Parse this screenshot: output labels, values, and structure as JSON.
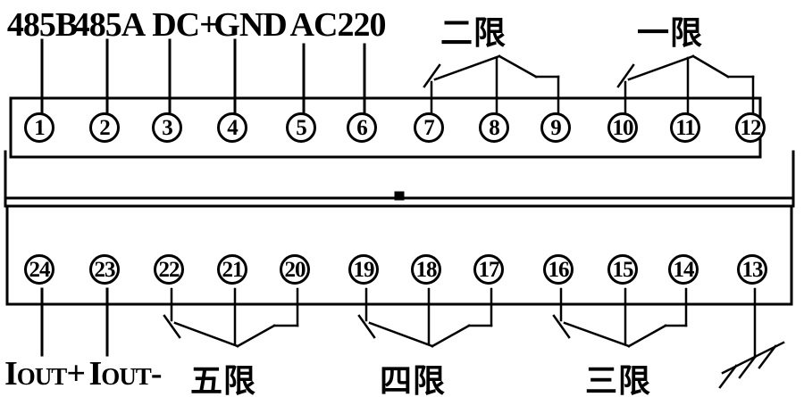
{
  "labels": {
    "rs485_b": "485B",
    "rs485_a": "485A",
    "dc_plus": "DC+",
    "gnd": "GND",
    "ac220": "AC220",
    "limit_2": "二限",
    "limit_1": "一限",
    "iout_plus": "Iout+",
    "iout_minus": "Iout-",
    "limit_5": "五限",
    "limit_4": "四限",
    "limit_3": "三限"
  },
  "terminals_top": [
    "1",
    "2",
    "3",
    "4",
    "5",
    "6",
    "7",
    "8",
    "9",
    "10",
    "11",
    "12"
  ],
  "terminals_bottom": [
    "24",
    "23",
    "22",
    "21",
    "20",
    "19",
    "18",
    "17",
    "16",
    "15",
    "14",
    "13"
  ],
  "colors": {
    "line": "#000000",
    "background": "#ffffff"
  }
}
